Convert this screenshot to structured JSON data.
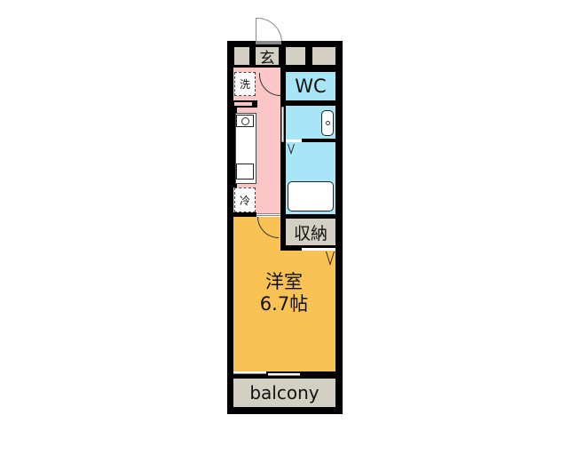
{
  "floorplan": {
    "rooms": {
      "entrance": {
        "label": "玄"
      },
      "washer": {
        "label": "洗"
      },
      "fridge": {
        "label": "冷"
      },
      "wc": {
        "label": "WC"
      },
      "storage": {
        "label": "収納"
      },
      "western_room": {
        "label": "洋室",
        "size": "6.7帖"
      },
      "balcony": {
        "label": "balcony"
      }
    },
    "colors": {
      "wall": "#000000",
      "beige": "#d3d0c3",
      "kitchen_corridor": "#fbc6c6",
      "wet_area": "#a8e6f7",
      "room": "#f9c254"
    }
  }
}
